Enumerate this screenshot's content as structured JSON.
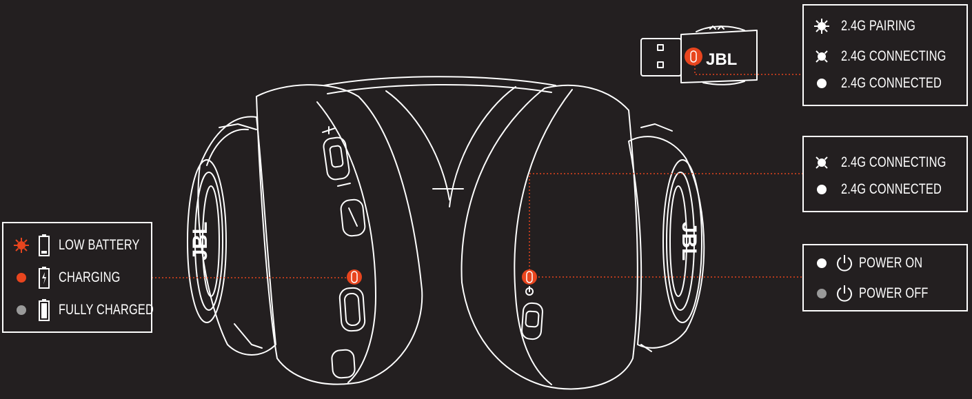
{
  "brand": "JBL",
  "colors": {
    "background": "#231f20",
    "line": "#ffffff",
    "led_white": "#ffffff",
    "led_orange": "#e8451e",
    "led_gray": "#9a9a9a",
    "leader": "#e8451e"
  },
  "icons": {
    "flash": "led-flashing-icon",
    "blink": "led-blinking-icon",
    "solid": "led-solid-icon",
    "power": "power-icon",
    "battery_low": "battery-low-icon",
    "battery_charging": "battery-charging-icon",
    "battery_full": "battery-full-icon"
  },
  "dongle_legend": {
    "items": [
      {
        "label": "2.4G PAIRING",
        "led": "flashing",
        "color": "#ffffff"
      },
      {
        "label": "2.4G CONNECTING",
        "led": "blinking",
        "color": "#ffffff"
      },
      {
        "label": "2.4G CONNECTED",
        "led": "solid",
        "color": "#ffffff"
      }
    ]
  },
  "headset_legend": {
    "items": [
      {
        "label": "2.4G CONNECTING",
        "led": "blinking",
        "color": "#ffffff"
      },
      {
        "label": "2.4G CONNECTED",
        "led": "solid",
        "color": "#ffffff"
      }
    ]
  },
  "power_legend": {
    "items": [
      {
        "label": "POWER ON",
        "led": "solid",
        "color": "#ffffff"
      },
      {
        "label": "POWER OFF",
        "led": "solid",
        "color": "#9a9a9a"
      }
    ]
  },
  "battery_legend": {
    "items": [
      {
        "label": "LOW BATTERY",
        "led": "flashing",
        "color": "#e8451e",
        "battery": "low"
      },
      {
        "label": "CHARGING",
        "led": "solid",
        "color": "#e8451e",
        "battery": "charging"
      },
      {
        "label": "FULLY CHARGED",
        "led": "solid",
        "color": "#9a9a9a",
        "battery": "full"
      }
    ]
  }
}
